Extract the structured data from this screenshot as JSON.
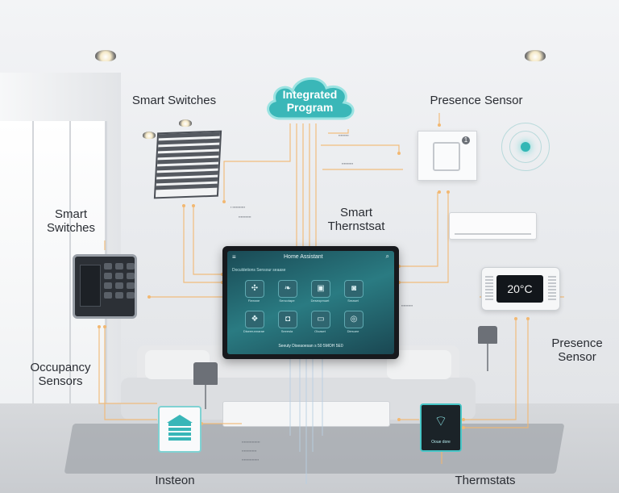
{
  "cloud": {
    "title": "Integrated Program"
  },
  "labels": {
    "smart_switches_top": "Smart Switches",
    "smart_switches_left": "Smart Switches",
    "smart_thermostat": "Smart Thernstsat",
    "presence_sensor_top": "Presence Sensor",
    "presence_sensor_right": "Presence Sensor",
    "occupancy_sensors": "Occupancy Sensors",
    "insteon": "Insteon",
    "thermostats": "Thermstats"
  },
  "tablet": {
    "app_title": "Home Assistant",
    "menu_icon": "≡",
    "search_icon": "⌕",
    "tabs": "Doculdetions     Sensour seaase",
    "tiles": [
      {
        "icon": "fan-icon",
        "glyph": "✣",
        "label": "Fleeane"
      },
      {
        "icon": "leaf-icon",
        "glyph": "❧",
        "label": "Sencotape"
      },
      {
        "icon": "camera-icon",
        "glyph": "▣",
        "label": "Deseopmuet"
      },
      {
        "icon": "photo-icon",
        "glyph": "◙",
        "label": "Smaset"
      },
      {
        "icon": "group-icon",
        "glyph": "❖",
        "label": "Diseerunnarae"
      },
      {
        "icon": "lock-icon",
        "glyph": "◘",
        "label": "Seeesla"
      },
      {
        "icon": "screen-icon",
        "glyph": "▭",
        "label": "Oloaset"
      },
      {
        "icon": "target-icon",
        "glyph": "◎",
        "label": "Diesuee"
      }
    ],
    "footer": "Seeuty Diseaoesan s    50 5MOH 5E0"
  },
  "thermostat": {
    "reading": "20°C"
  },
  "presence_box": {
    "badge": "1"
  },
  "smart_lock": {
    "caption": "Ooue dore"
  },
  "colors": {
    "accent_teal": "#3ab7b8",
    "wire_orange": "#f2b872",
    "wire_blue": "#b9cfe3"
  }
}
